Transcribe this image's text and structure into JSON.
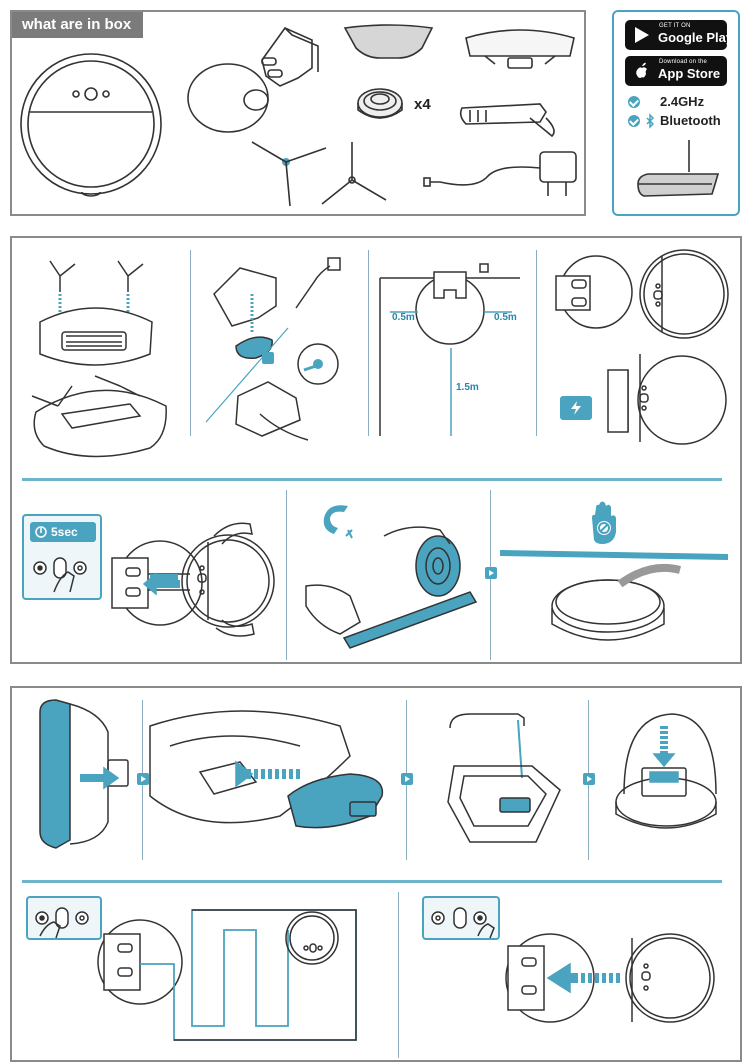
{
  "box": {
    "title": "what are in box",
    "mop_quantity": "x4"
  },
  "app": {
    "google_play": {
      "small": "GET IT ON",
      "big": "Google Play"
    },
    "app_store": {
      "small": "Download on the",
      "big": "App Store"
    },
    "requirements": [
      "2.4GHz",
      "Bluetooth"
    ]
  },
  "placement": {
    "left_clearance": "0.5m",
    "right_clearance": "0.5m",
    "front_clearance": "1.5m"
  },
  "reset": {
    "hold_time": "5sec"
  },
  "colors": {
    "accent": "#4aa3bf",
    "line": "#444444",
    "panel_border": "#8a8a8a"
  },
  "icons": [
    "google-play-icon",
    "apple-icon",
    "check-icon",
    "bluetooth-icon",
    "battery-charging-icon",
    "power-icon",
    "magnet-icon",
    "no-hand-icon",
    "step-arrow-icon"
  ]
}
